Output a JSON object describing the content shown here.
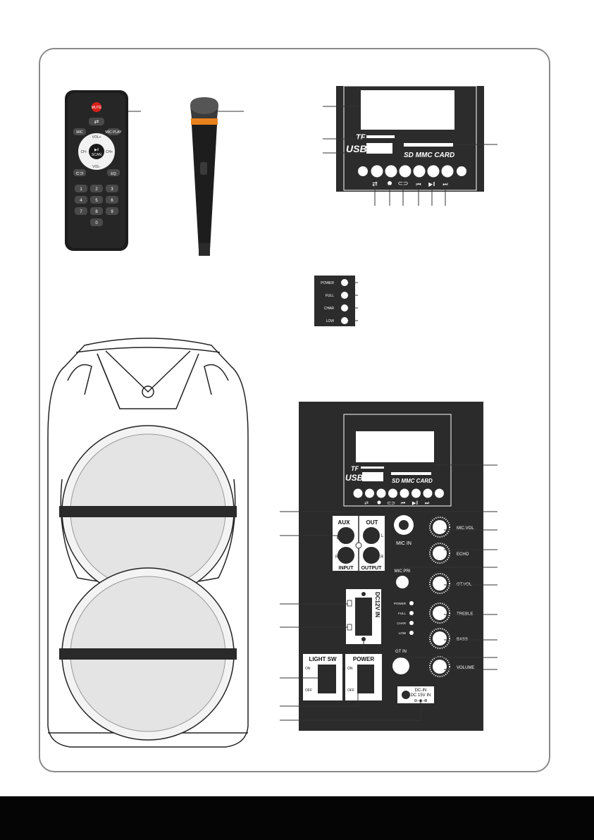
{
  "remote": {
    "mute": "MUTE",
    "mic": "MIC",
    "mic_play": "MIC PLAY",
    "vol_up": "VOL+",
    "vol_down": "VOL-",
    "ch_prev": "CH-",
    "ch_next": "CH+",
    "scan": "SCAN",
    "eq": "EQ",
    "digits": [
      "1",
      "2",
      "3",
      "4",
      "5",
      "6",
      "7",
      "8",
      "9",
      "0"
    ]
  },
  "display_panel": {
    "tf": "TF",
    "usb": "USB",
    "card": "SD MMC CARD"
  },
  "indicators": [
    "POWER",
    "FULL",
    "CHAR",
    "LOW"
  ],
  "rear_panel": {
    "tf": "TF",
    "usb": "USB",
    "card": "SD MMC CARD",
    "aux": "AUX",
    "out": "OUT",
    "input": "INPUT",
    "output": "OUTPUT",
    "l": "L",
    "r": "R",
    "mic_in": "MIC IN",
    "mic_pri": "MIC PRI",
    "gt_in": "GT IN",
    "dc12v": "DC12V IN",
    "light_sw": "LIGHT SW",
    "power": "POWER",
    "on": "ON",
    "off": "OFF",
    "dc_in": "DC-IN",
    "dc_15v": "DC 15V IN",
    "knobs": [
      "MIC.VOL",
      "ECHO",
      "GT.VOL",
      "TREBLE",
      "BASS",
      "VOLUME"
    ],
    "leds": [
      "POWER",
      "FULL",
      "CHAR",
      "LOW"
    ]
  }
}
